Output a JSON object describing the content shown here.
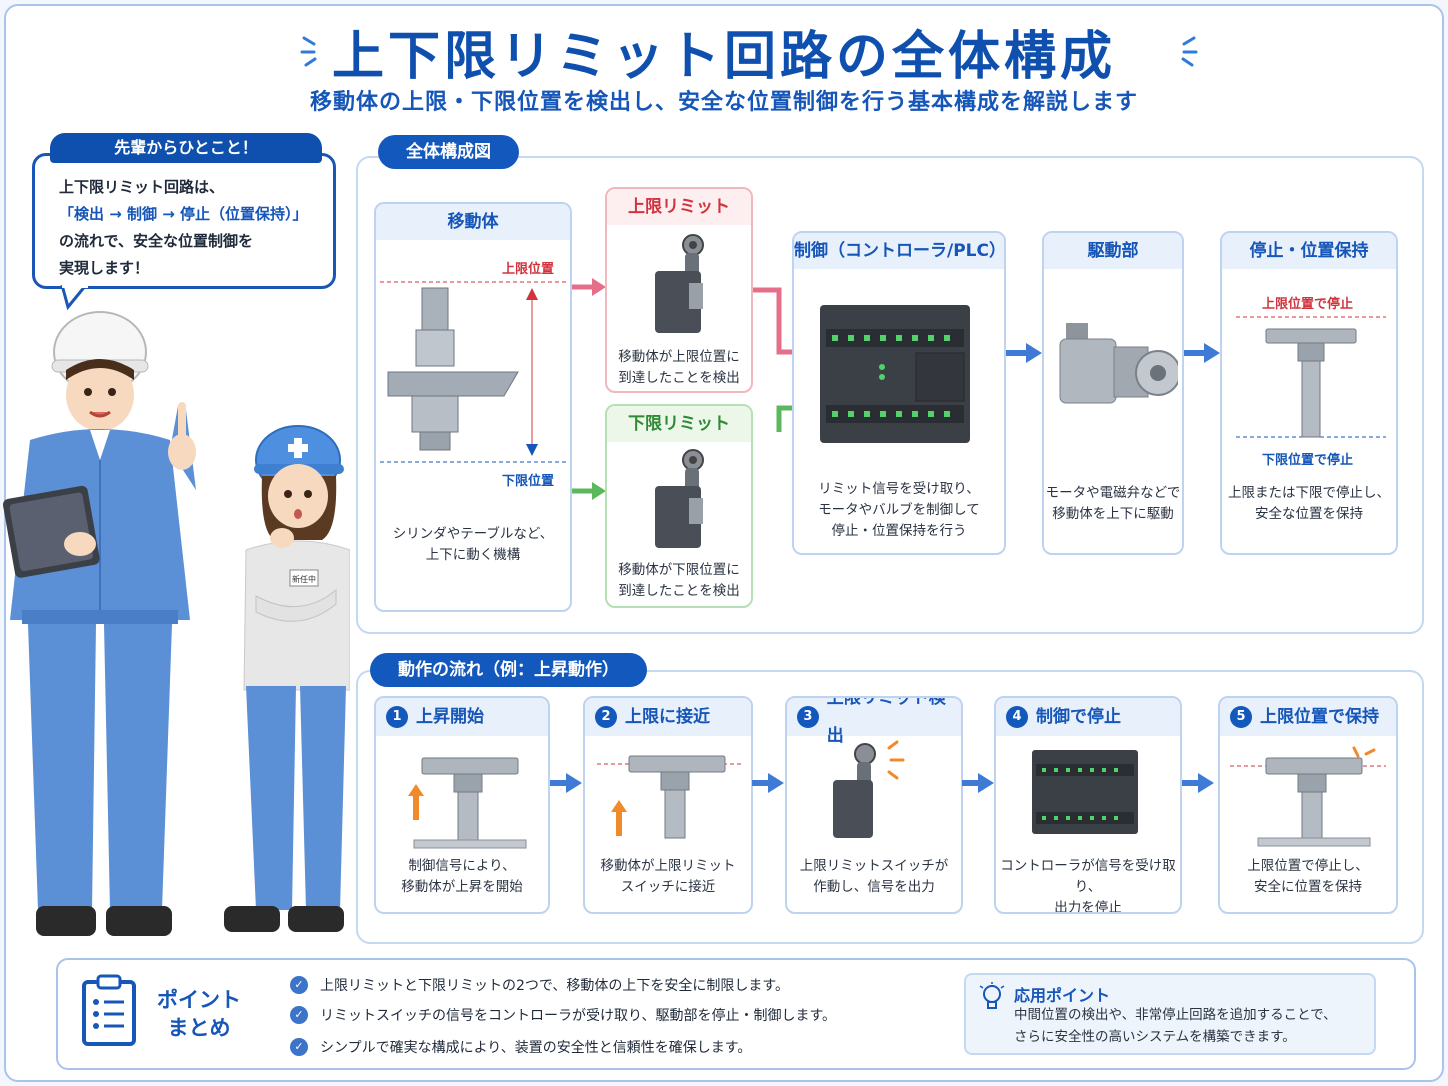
{
  "title": "上下限リミット回路の全体構成",
  "subtitle": "移動体の上限・下限位置を検出し、安全な位置制御を行う基本構成を解説します",
  "bubble": {
    "header": "先輩からひとこと！",
    "line1": "上下限リミット回路は、",
    "line2": "「検出 → 制御 → 停止（位置保持）」",
    "line3": "の流れで、安全な位置制御を",
    "line4": "実現します！"
  },
  "overview": {
    "label": "全体構成図",
    "moving": {
      "title": "移動体",
      "upper_pos": "上限位置",
      "lower_pos": "下限位置",
      "desc1": "シリンダやテーブルなど、",
      "desc2": "上下に動く機構"
    },
    "upper_limit": {
      "title": "上限リミット",
      "desc1": "移動体が上限位置に",
      "desc2": "到達したことを検出"
    },
    "lower_limit": {
      "title": "下限リミット",
      "desc1": "移動体が下限位置に",
      "desc2": "到達したことを検出"
    },
    "controller": {
      "title": "制御（コントローラ/PLC）",
      "desc1": "リミット信号を受け取り、",
      "desc2": "モータやバルブを制御して",
      "desc3": "停止・位置保持を行う"
    },
    "drive": {
      "title": "駆動部",
      "desc1": "モータや電磁弁などで",
      "desc2": "移動体を上下に駆動"
    },
    "stop": {
      "title": "停止・位置保持",
      "upper_stop": "上限位置で停止",
      "lower_stop": "下限位置で停止",
      "desc1": "上限または下限で停止し、",
      "desc2": "安全な位置を保持"
    }
  },
  "flow": {
    "label": "動作の流れ（例：上昇動作）",
    "steps": [
      {
        "num": "1",
        "title": "上昇開始",
        "desc1": "制御信号により、",
        "desc2": "移動体が上昇を開始"
      },
      {
        "num": "2",
        "title": "上限に接近",
        "desc1": "移動体が上限リミット",
        "desc2": "スイッチに接近"
      },
      {
        "num": "3",
        "title": "上限リミット検出",
        "desc1": "上限リミットスイッチが",
        "desc2": "作動し、信号を出力"
      },
      {
        "num": "4",
        "title": "制御で停止",
        "desc1": "コントローラが信号を受け取り、",
        "desc2": "出力を停止"
      },
      {
        "num": "5",
        "title": "上限位置で保持",
        "desc1": "上限位置で停止し、",
        "desc2": "安全に位置を保持"
      }
    ]
  },
  "summary": {
    "title1": "ポイント",
    "title2": "まとめ",
    "points": [
      "上限リミットと下限リミットの2つで、移動体の上下を安全に制限します。",
      "リミットスイッチの信号をコントローラが受け取り、駆動部を停止・制御します。",
      "シンプルで確実な構成により、装置の安全性と信頼性を確保します。"
    ],
    "apply_title": "応用ポイント",
    "apply_text1": "中間位置の検出や、非常停止回路を追加することで、",
    "apply_text2": "さらに安全性の高いシステムを構築できます。"
  },
  "badge_text": "新任中",
  "colors": {
    "primary": "#1358bd",
    "red": "#d0343f",
    "green": "#3fa34a",
    "pink_arrow": "#e56f89",
    "green_arrow": "#5cb85c",
    "blue_arrow": "#3f7bd6"
  }
}
